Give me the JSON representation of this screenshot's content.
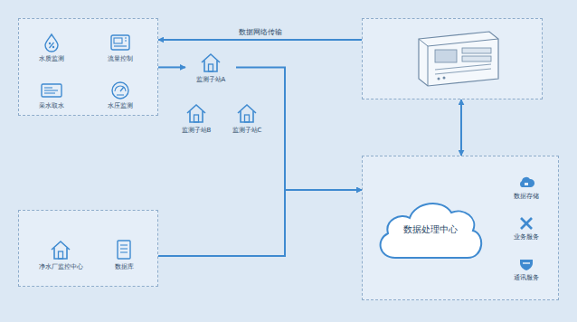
{
  "diagram": {
    "nodes": [
      {
        "text": []
      },
      {
        "text": [
          "水质监测"
        ],
        "in": 0
      },
      {
        "text": [
          "流量控制"
        ],
        "in": 0
      },
      {
        "text": [
          "采水取水"
        ],
        "in": 0
      },
      {
        "text": [
          "水压监测"
        ],
        "in": 0
      },
      {
        "text": [
          "监测子站A"
        ]
      },
      {
        "text": [
          "监测子站B"
        ]
      },
      {
        "text": [
          "监测子站C"
        ]
      },
      {
        "text": []
      },
      {
        "text": []
      },
      {
        "text": [
          "净水厂监控中心"
        ],
        "in": 9
      },
      {
        "text": [
          "数据库"
        ],
        "in": 9
      },
      {
        "text": []
      },
      {
        "text": [
          "数据处理中心"
        ],
        "in": 12
      },
      {
        "text": [
          "数据存储"
        ],
        "in": 12
      },
      {
        "text": [
          "业务服务"
        ],
        "in": 12
      },
      {
        "text": [
          "通讯服务"
        ],
        "in": 12
      }
    ],
    "edges": [
      {
        "from": 1,
        "to": 2,
        "arrow": "to"
      },
      {
        "from": 3,
        "to": 1,
        "arrow": "to"
      },
      {
        "from": 2,
        "to": 3,
        "arrow": "to"
      },
      {
        "from": 2,
        "to": 4,
        "arrow": "both"
      },
      {
        "from": 0,
        "to": 5,
        "arrow": "to"
      },
      {
        "from": 8,
        "to": 0,
        "label": "数据网络传输",
        "arrow": "to"
      },
      {
        "from": 5,
        "to": 12,
        "arrow": "to"
      },
      {
        "from": 9,
        "to": 12,
        "arrow": "to"
      },
      {
        "from": 8,
        "to": 12,
        "arrow": "both"
      },
      {
        "from": 13,
        "to": 15,
        "arrow": "both"
      }
    ]
  }
}
